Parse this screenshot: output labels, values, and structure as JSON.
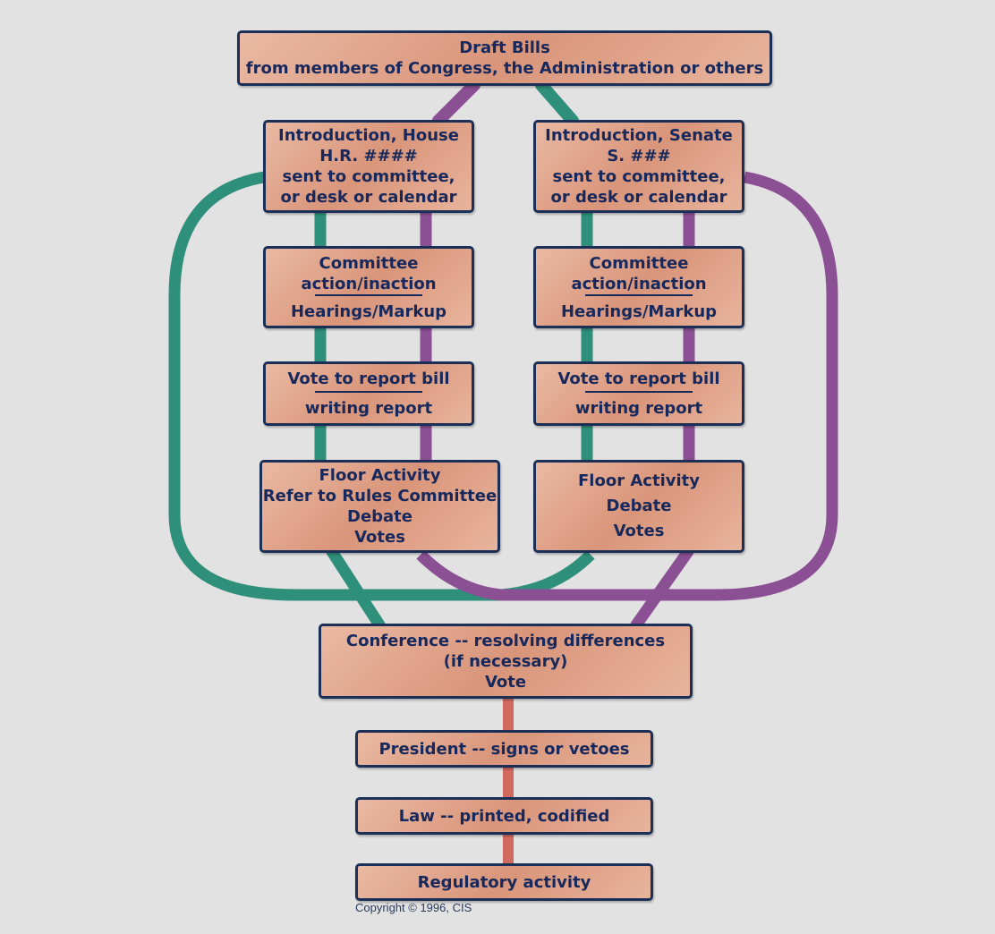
{
  "boxes": {
    "draft": [
      "Draft Bills",
      "from members of Congress, the Administration or others"
    ],
    "house_intro": [
      "Introduction, House",
      "H.R. ####",
      "sent to committee,",
      "or desk or calendar"
    ],
    "senate_intro": [
      "Introduction, Senate",
      "S. ###",
      "sent to committee,",
      "or desk or calendar"
    ],
    "house_committee": [
      "Committee",
      "action/inaction",
      "Hearings/Markup"
    ],
    "senate_committee": [
      "Committee",
      "action/inaction",
      "Hearings/Markup"
    ],
    "house_vote": [
      "Vote to report bill",
      "writing report"
    ],
    "senate_vote": [
      "Vote to report bill",
      "writing report"
    ],
    "house_floor": [
      "Floor Activity",
      "Refer to Rules Committee",
      "Debate",
      "Votes"
    ],
    "senate_floor": [
      "Floor Activity",
      "Debate",
      "Votes"
    ],
    "conference": [
      "Conference -- resolving differences",
      "(if necessary)",
      "Vote"
    ],
    "president": [
      "President -- signs or vetoes"
    ],
    "law": [
      "Law -- printed, codified"
    ],
    "regulatory": [
      "Regulatory activity"
    ]
  },
  "copyright": "Copyright © 1996, CIS",
  "colors": {
    "house_path": "#2e8f7a",
    "senate_path": "#8b4f93",
    "final_path": "#d06a5e",
    "box_border": "#1b2f57",
    "box_text": "#17295c"
  }
}
